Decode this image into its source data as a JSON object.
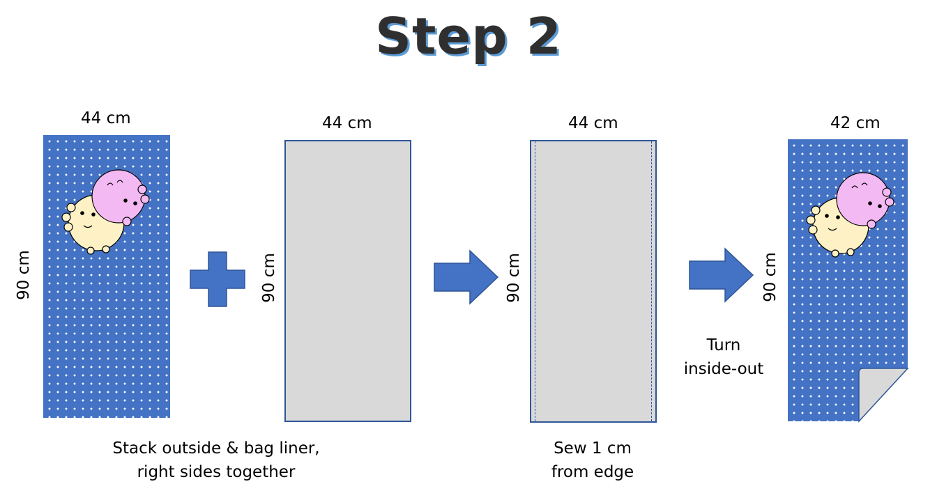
{
  "title": "Step 2",
  "panels": [
    {
      "width_label": "44 cm",
      "height_label": "90 cm"
    },
    {
      "width_label": "44 cm",
      "height_label": "90 cm"
    },
    {
      "width_label": "44 cm",
      "height_label": "90 cm"
    },
    {
      "width_label": "42 cm",
      "height_label": "90 cm"
    }
  ],
  "captions": {
    "stack_line1": "Stack outside & bag liner,",
    "stack_line2": "right sides together",
    "sew_line1": "Sew 1 cm",
    "sew_line2": "from edge",
    "turn_line1": "Turn",
    "turn_line2": "inside-out"
  },
  "colors": {
    "fabric_blue": "#4472c4",
    "liner_gray": "#d9d9d9",
    "title_shadow": "#5b9bd5"
  },
  "icons": [
    "plus-icon",
    "right-arrow-icon",
    "right-arrow-icon",
    "mascot-illustration"
  ]
}
